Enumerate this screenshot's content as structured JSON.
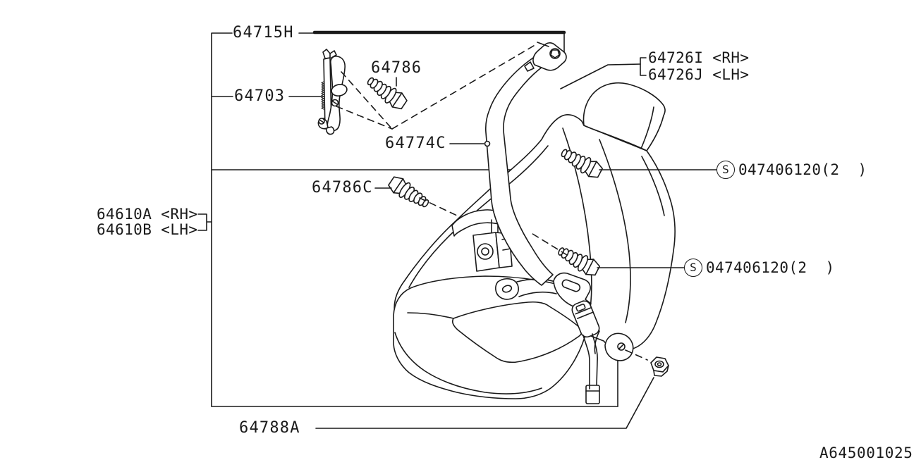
{
  "diagram": {
    "background_color": "#ffffff",
    "line_color": "#1a1a1a",
    "drawing_number": "A645001025",
    "s_mark": "S",
    "labels": {
      "l64715h": "64715H",
      "l64703": "64703",
      "l64786": "64786",
      "l64726i_rh": "64726I <RH>",
      "l64726j_lh": "64726J <LH>",
      "l64774c": "64774C",
      "l64786c": "64786C",
      "l64610a_rh": "64610A <RH>",
      "l64610b_lh": "64610B <LH>",
      "s047406120_upper": "047406120(2  )",
      "s047406120_lower": "047406120(2  )",
      "l64788a": "64788A"
    }
  }
}
